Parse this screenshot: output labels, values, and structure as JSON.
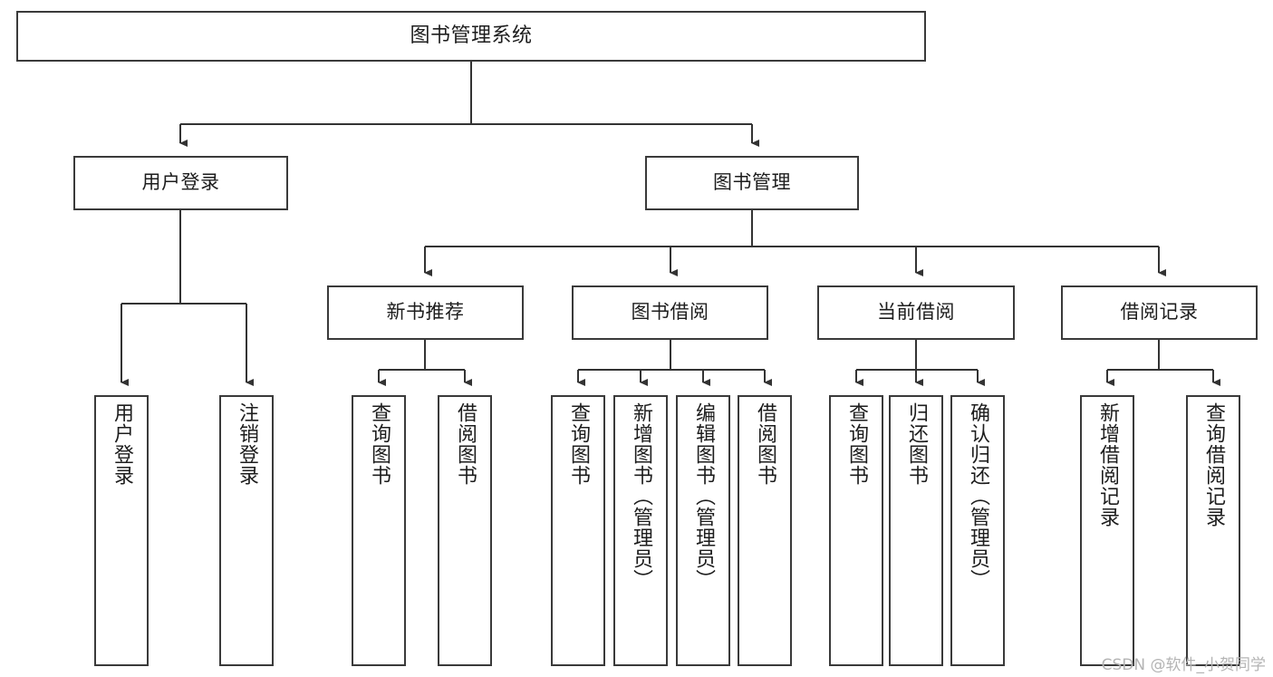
{
  "diagram": {
    "title": "图书管理系统",
    "type": "tree-hierarchy-chart",
    "orientation": "top-down",
    "colors": {
      "background": "#ffffff",
      "node_border": "#3a3a3a",
      "node_fill": "#ffffff",
      "edge": "#333333",
      "text": "#1d1d1d",
      "watermark": "#b4b4b4"
    },
    "watermark": "CSDN @软件_小贺同学",
    "nodes": {
      "root": {
        "label": "图书管理系统"
      },
      "level1": [
        {
          "id": "user-login",
          "label": "用户登录"
        },
        {
          "id": "book-management",
          "label": "图书管理"
        }
      ],
      "level2": [
        {
          "id": "new-book-recommend",
          "label": "新书推荐"
        },
        {
          "id": "book-borrow",
          "label": "图书借阅"
        },
        {
          "id": "current-borrow",
          "label": "当前借阅"
        },
        {
          "id": "borrow-record",
          "label": "借阅记录"
        }
      ],
      "leaves": {
        "user_login": [
          {
            "id": "leaf-user-login",
            "label": "用户登录"
          },
          {
            "id": "leaf-logout",
            "label": "注销登录"
          }
        ],
        "new_book_recommend": [
          {
            "id": "leaf-query-book-1",
            "label": "查询图书"
          },
          {
            "id": "leaf-borrow-book-1",
            "label": "借阅图书"
          }
        ],
        "book_borrow": [
          {
            "id": "leaf-query-book-2",
            "label": "查询图书"
          },
          {
            "id": "leaf-add-book",
            "label": "新增图书（管理员）"
          },
          {
            "id": "leaf-edit-book",
            "label": "编辑图书（管理员）"
          },
          {
            "id": "leaf-borrow-book-2",
            "label": "借阅图书"
          }
        ],
        "current_borrow": [
          {
            "id": "leaf-query-book-3",
            "label": "查询图书"
          },
          {
            "id": "leaf-return-book",
            "label": "归还图书"
          },
          {
            "id": "leaf-confirm-return",
            "label": "确认归还（管理员）"
          }
        ],
        "borrow_record": [
          {
            "id": "leaf-add-record",
            "label": "新增借阅记录"
          },
          {
            "id": "leaf-query-record",
            "label": "查询借阅记录"
          }
        ]
      }
    }
  }
}
